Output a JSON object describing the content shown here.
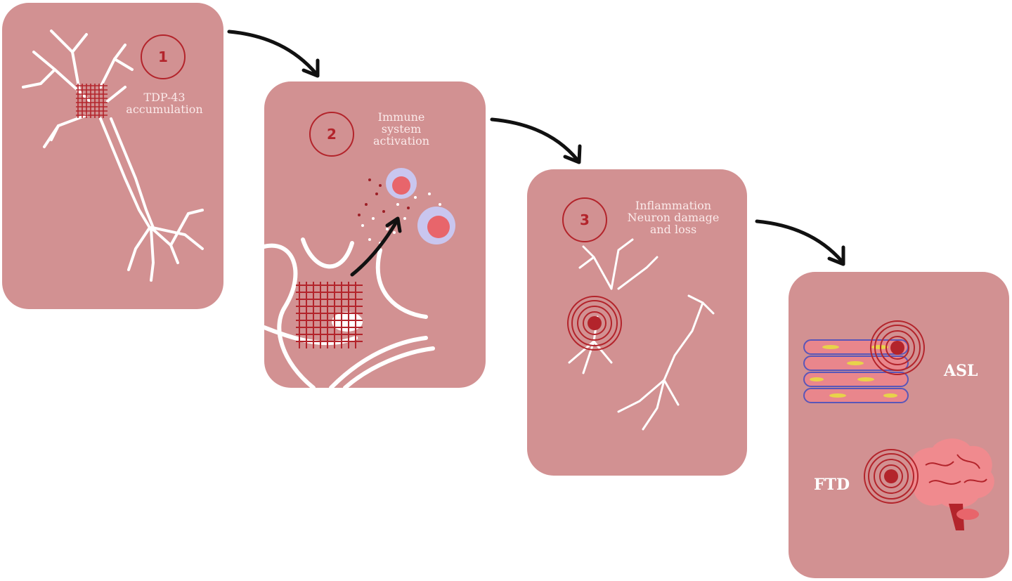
{
  "steps": [
    {
      "number": "1",
      "lines": [
        "TDP-43",
        "accumulation"
      ]
    },
    {
      "number": "2",
      "lines": [
        "Immune",
        "system",
        "activation"
      ]
    },
    {
      "number": "3",
      "lines": [
        "Inflammation",
        "Neuron damage",
        "and loss"
      ]
    }
  ],
  "outcomes": {
    "als": "ASL",
    "ftd": "FTD"
  },
  "colors": {
    "card": "#d29192",
    "accent": "#b3242b",
    "arrow": "#111111",
    "cell": "#c9c6ef",
    "brain": "#f08a8e"
  }
}
